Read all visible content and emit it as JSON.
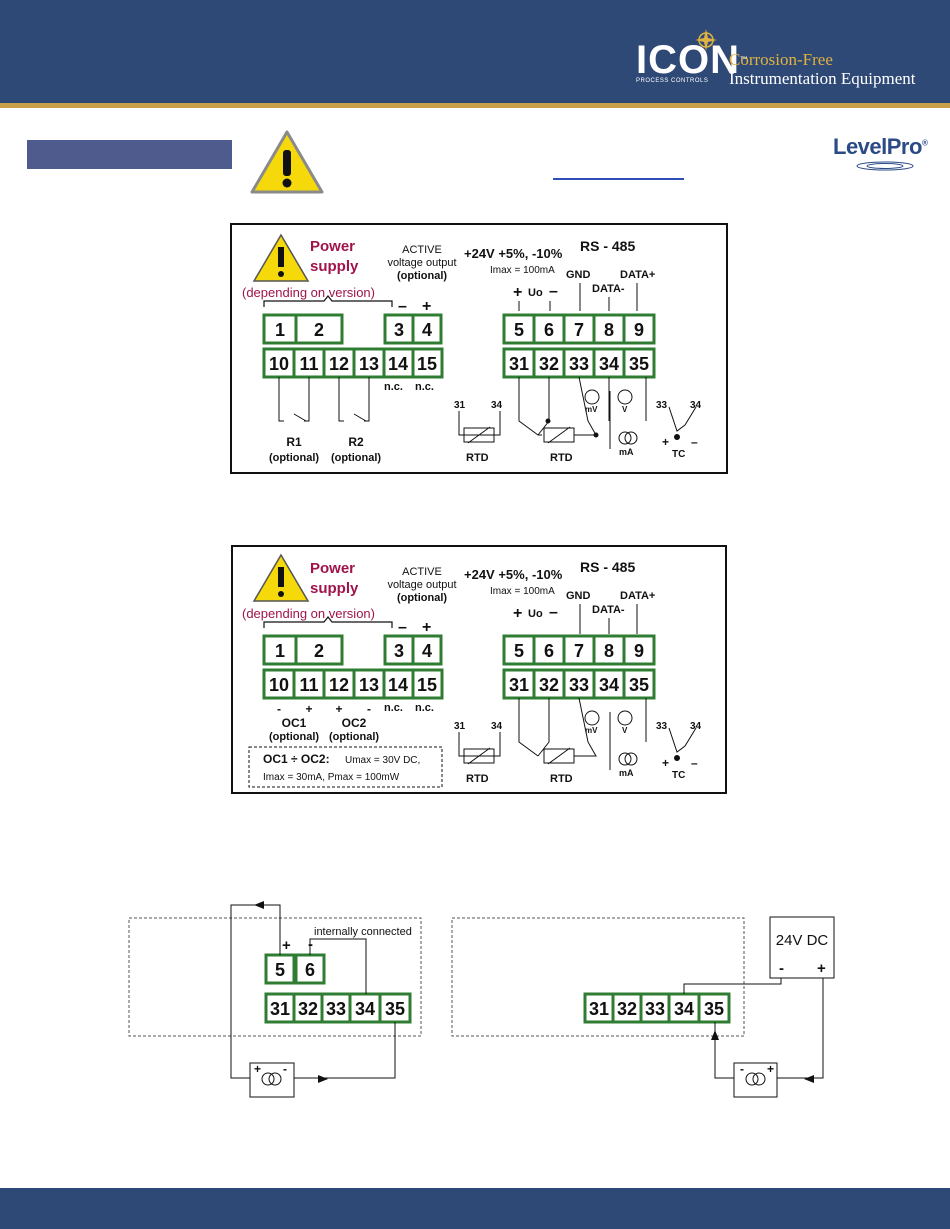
{
  "header": {
    "logo_main": "ICON",
    "logo_tm": "™",
    "logo_sub": "PROCESS CONTROLS",
    "tagline_line1": "Corrosion-Free",
    "tagline_line2": "Instrumentation Equipment",
    "brand_right": "LevelPro",
    "brand_right_reg": "®"
  },
  "diagram1": {
    "power_line1": "Power",
    "power_line2": "supply",
    "depending": "(depending on version)",
    "active_line1": "ACTIVE",
    "active_line2": "voltage output",
    "active_line3": "(optional)",
    "supply_spec": "+24V +5%, -10%",
    "imax": "Imax = 100mA",
    "rs485": "RS - 485",
    "gnd": "GND",
    "data_plus": "DATA+",
    "data_minus": "DATA-",
    "uo": "Uo",
    "minus": "–",
    "plus": "+",
    "top_row_left": [
      "1",
      "2",
      "3",
      "4"
    ],
    "top_row_right": [
      "5",
      "6",
      "7",
      "8",
      "9"
    ],
    "bottom_row_left": [
      "10",
      "11",
      "12",
      "13",
      "14",
      "15"
    ],
    "bottom_row_right": [
      "31",
      "32",
      "33",
      "34",
      "35"
    ],
    "nc": "n.c.",
    "r1": "R1",
    "r2": "R2",
    "optional": "(optional)",
    "rtd": "RTD",
    "mv": "mV",
    "v": "V",
    "ma": "mA",
    "tc": "TC",
    "n31": "31",
    "n34": "34",
    "n33": "33"
  },
  "diagram2": {
    "oc1": "OC1",
    "oc2": "OC2",
    "oc_spec_line1_a": "OC1 ÷ OC2:",
    "oc_spec_line1_b": "Umax = 30V DC,",
    "oc_spec_line2": "Imax = 30mA, Pmax = 100mW",
    "polarity": [
      "-",
      "+",
      "+",
      "-"
    ]
  },
  "diagram3": {
    "internally": "internally connected",
    "top": [
      "5",
      "6"
    ],
    "bottom": [
      "31",
      "32",
      "33",
      "34",
      "35"
    ],
    "plus": "+",
    "minus": "-"
  },
  "diagram4": {
    "bottom": [
      "31",
      "32",
      "33",
      "34",
      "35"
    ],
    "supply": "24V DC",
    "minus": "-",
    "plus": "+"
  }
}
